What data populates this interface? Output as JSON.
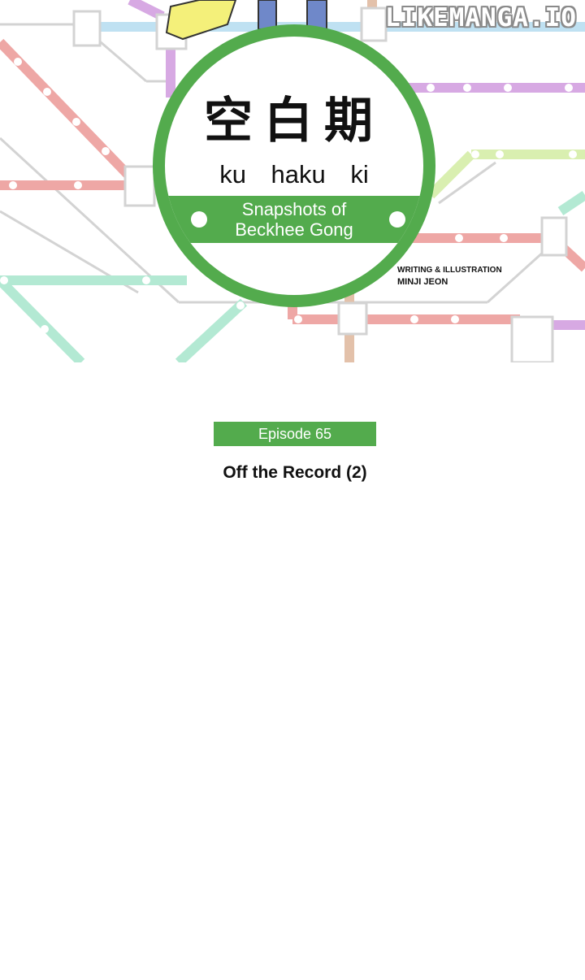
{
  "watermark": "LIKEMANGA.IO",
  "sign": {
    "title_kanji": "空白期",
    "title_romaji": "ku haku ki",
    "subtitle": "Snapshots of\nBeckhee Gong"
  },
  "credits": {
    "role": "WRITING & ILLUSTRATION",
    "name": "MINJI JEON"
  },
  "episode": {
    "label": "Episode 65",
    "title": "Off the Record (2)"
  },
  "colors": {
    "sign_green": "#53ab4d",
    "line_red": "#eea7a5",
    "line_purple": "#d7a9e3",
    "line_mint": "#b3e9d3",
    "line_lime": "#d9efb0",
    "line_blue": "#bfe1f2",
    "line_tan": "#e3c1aa"
  }
}
